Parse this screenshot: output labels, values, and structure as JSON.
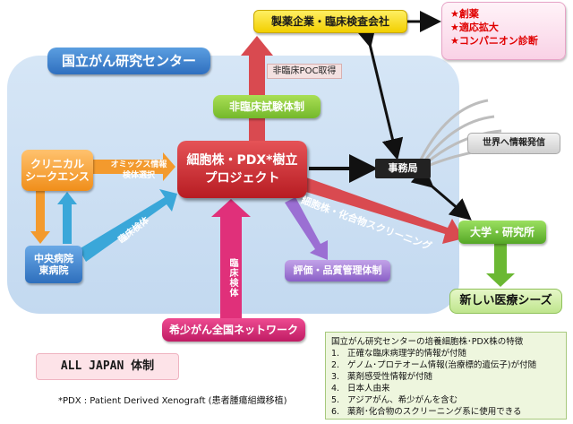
{
  "center": {
    "title": "国立がん研究センター"
  },
  "pharma": {
    "label": "製薬企業・臨床検査会社"
  },
  "outcomes": {
    "items": [
      "★創薬",
      "★適応拡大",
      "★コンパニオン診断"
    ],
    "color": "#e00000"
  },
  "poc": {
    "label": "非臨床POC取得"
  },
  "preclinical": {
    "label": "非臨床試験体制"
  },
  "world": {
    "label": "世界へ情報発信"
  },
  "clinical": {
    "line1": "クリニカル",
    "line2": "シークエンス"
  },
  "omics": {
    "line1": "オミックス情報",
    "line2": "検体選択"
  },
  "project": {
    "line1": "細胞株・PDX*樹立",
    "line2": "プロジェクト"
  },
  "office": {
    "label": "事務局"
  },
  "screening": {
    "label": "細胞株・化合物スクリーニング"
  },
  "university": {
    "label": "大学・研究所"
  },
  "hospital": {
    "line1": "中央病院",
    "line2": "東病院"
  },
  "samples": {
    "label": "臨床検体"
  },
  "qc": {
    "label": "評価・品質管理体制"
  },
  "new_medical": {
    "label": "新しい医療シーズ"
  },
  "network": {
    "label": "希少がん全国ネットワーク"
  },
  "features": {
    "title": "国立がん研究センターの培養細胞株･PDX株の特徴",
    "items": [
      {
        "num": "1.",
        "text": "正確な臨床病理学的情報が付随"
      },
      {
        "num": "2.",
        "text": "ゲノム･プロテオーム情報(治療標的遺伝子)が付随"
      },
      {
        "num": "3.",
        "text": "薬剤感受性情報が付随"
      },
      {
        "num": "4.",
        "text": "日本人由来"
      },
      {
        "num": "5.",
        "text": "アジアがん、希少がんを含む"
      },
      {
        "num": "6.",
        "text": "薬剤･化合物のスクリーニング系に使用できる"
      }
    ]
  },
  "alljapan": {
    "label": "ALL JAPAN 体制"
  },
  "footnote": {
    "text": "*PDX : Patient Derived Xenograft (患者腫瘍組織移植)"
  },
  "colors": {
    "project_red": "#c62128",
    "clinical_orange": "#f39a2d",
    "network_pink": "#e0307a",
    "qc_purple": "#9b6fd3",
    "university_green": "#6bb833",
    "center_blue": "#3a7dcd"
  }
}
